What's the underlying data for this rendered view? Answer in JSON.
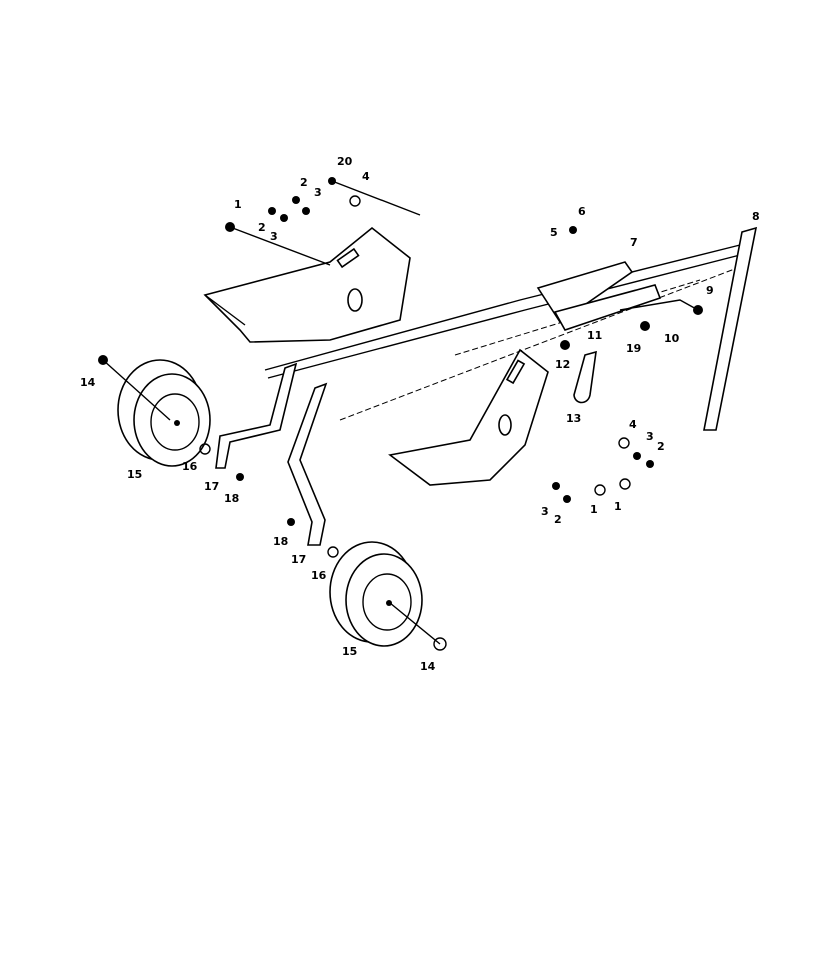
{
  "diagram": {
    "callouts": [
      "20",
      "4",
      "2",
      "3",
      "1",
      "2",
      "3",
      "6",
      "5",
      "7",
      "8",
      "9",
      "11",
      "19",
      "10",
      "12",
      "13",
      "14",
      "15",
      "16",
      "17",
      "18",
      "4",
      "3",
      "2",
      "1",
      "1",
      "3",
      "2",
      "18",
      "17",
      "16",
      "15",
      "14"
    ]
  }
}
